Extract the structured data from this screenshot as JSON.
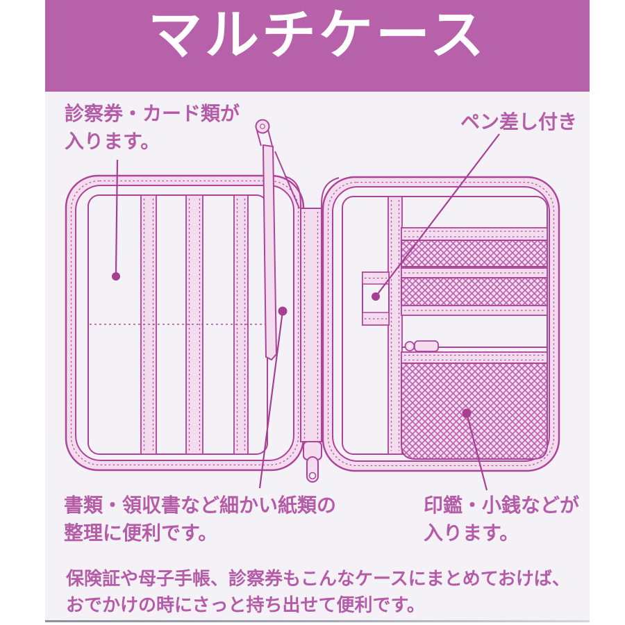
{
  "header": {
    "title": "マルチケース",
    "bg_color": "#b861ab",
    "text_color": "#ffffff"
  },
  "annotations": {
    "top_left": {
      "line1": "診察券・カード類が",
      "line2": "入ります。"
    },
    "top_right": {
      "line1": "ペン差し付き"
    },
    "bottom_left": {
      "line1": "書類・領収書など細かい紙類の",
      "line2": "整理に便利です。"
    },
    "bottom_right": {
      "line1": "印鑑・小銭などが",
      "line2": "入ります。"
    }
  },
  "footer": {
    "line1": "保険証や母子手帳、診察券もこんなケースにまとめておけば、",
    "line2": "おでかけの時にさっと持ち出せて便利です。"
  },
  "diagram": {
    "description": "open multi-case line drawing",
    "parts": {
      "left_panel": "card slot panel with three vertical straps and dashed fold line",
      "divider_flap": "zippered divider page with pull tab",
      "center_zipper": "main zipper tape with slider and pull at bottom",
      "right_panel": "pocket panel",
      "pen_holder": "pen loop on vertical strap",
      "mesh_pockets": [
        "upper mesh pocket",
        "middle mesh pocket",
        "large bottom zip mesh pocket"
      ],
      "coin_zipper_slider": "small zipper slider on bottom mesh pocket"
    },
    "colors": {
      "outline": "#ac4399",
      "fill_pink": "#f3dcee",
      "mesh_line": "#bc5dad",
      "leader_dot": "#a43f92",
      "annotation_text": "#b45ca7",
      "card_background": "#f5f2f7"
    }
  }
}
